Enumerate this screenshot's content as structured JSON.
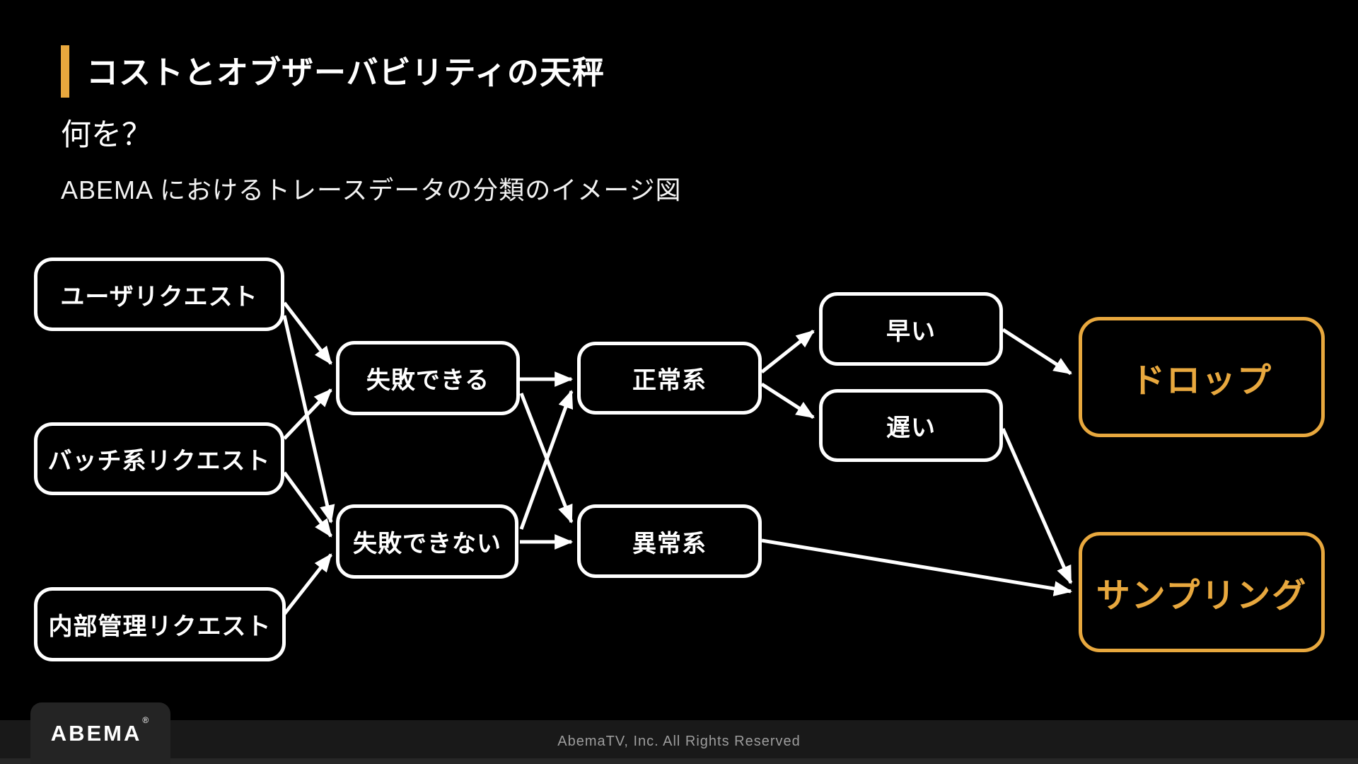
{
  "slide": {
    "title": "コストとオブザーバビリティの天秤",
    "subtitle": "何を？",
    "description": "ABEMA におけるトレースデータの分類のイメージ図"
  },
  "diagram": {
    "nodes": {
      "user_request": {
        "label": "ユーザリクエスト"
      },
      "batch_request": {
        "label": "バッチ系リクエスト"
      },
      "internal_request": {
        "label": "内部管理リクエスト"
      },
      "can_fail": {
        "label": "失敗できる"
      },
      "cannot_fail": {
        "label": "失敗できない"
      },
      "normal": {
        "label": "正常系"
      },
      "abnormal": {
        "label": "異常系"
      },
      "fast": {
        "label": "早い"
      },
      "slow": {
        "label": "遅い"
      },
      "drop": {
        "label": "ドロップ"
      },
      "sampling": {
        "label": "サンプリング"
      }
    },
    "edges": [
      {
        "from": "user_request",
        "to": "can_fail"
      },
      {
        "from": "user_request",
        "to": "cannot_fail"
      },
      {
        "from": "batch_request",
        "to": "can_fail"
      },
      {
        "from": "batch_request",
        "to": "cannot_fail"
      },
      {
        "from": "internal_request",
        "to": "cannot_fail"
      },
      {
        "from": "can_fail",
        "to": "normal"
      },
      {
        "from": "can_fail",
        "to": "abnormal"
      },
      {
        "from": "cannot_fail",
        "to": "normal"
      },
      {
        "from": "cannot_fail",
        "to": "abnormal"
      },
      {
        "from": "normal",
        "to": "fast"
      },
      {
        "from": "normal",
        "to": "slow"
      },
      {
        "from": "fast",
        "to": "drop"
      },
      {
        "from": "slow",
        "to": "sampling"
      },
      {
        "from": "abnormal",
        "to": "sampling"
      }
    ]
  },
  "colors": {
    "background": "#000000",
    "accent_gold": "#E8A83E",
    "node_border": "#FFFFFF",
    "arrow": "#FFFFFF",
    "footer_band": "#191919",
    "copyright_text": "#9D9D9D"
  },
  "footer": {
    "logo_text": "ABEMA",
    "logo_mark": "®",
    "copyright": "AbemaTV, Inc. All Rights Reserved"
  }
}
